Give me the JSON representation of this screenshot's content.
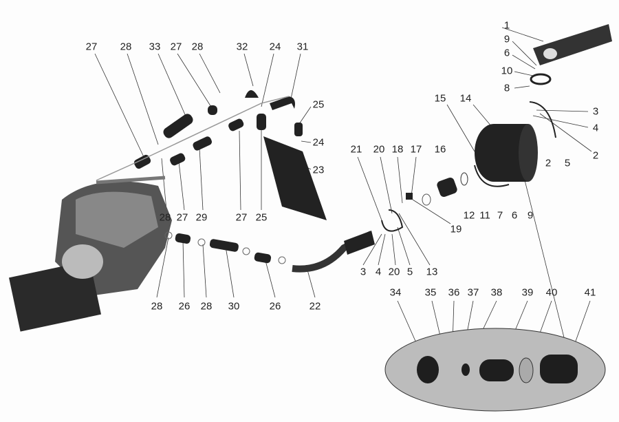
{
  "diagram": {
    "type": "exploded parts diagram",
    "callouts": [
      "1",
      "9",
      "6",
      "10",
      "8",
      "15",
      "14",
      "3",
      "4",
      "2",
      "2",
      "5",
      "27",
      "28",
      "33",
      "27",
      "28",
      "32",
      "24",
      "31",
      "25",
      "24",
      "23",
      "28",
      "27",
      "29",
      "27",
      "25",
      "21",
      "20",
      "18",
      "17",
      "16",
      "19",
      "12",
      "11",
      "7",
      "6",
      "9",
      "3",
      "4",
      "20",
      "5",
      "13",
      "28",
      "26",
      "28",
      "30",
      "26",
      "22",
      "34",
      "35",
      "36",
      "37",
      "38",
      "39",
      "40",
      "41"
    ]
  }
}
